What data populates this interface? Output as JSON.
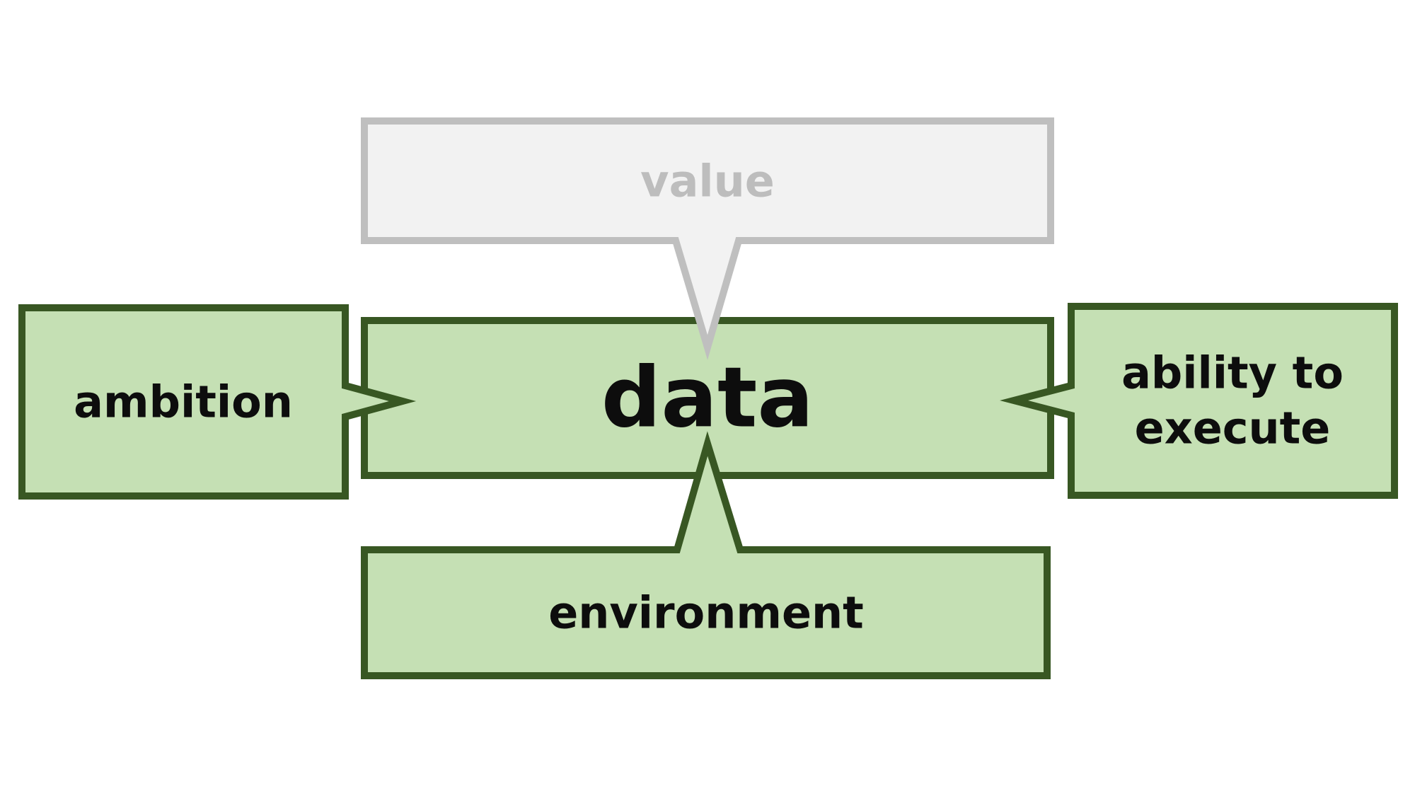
{
  "callouts": {
    "top": {
      "label": "value",
      "fill": "#f2f2f2",
      "border": "#bfbfbf",
      "text_color": "#bdbdbd"
    },
    "center": {
      "label": "data",
      "fill": "#c5e0b4",
      "border": "#385723",
      "text_color": "#0d0d0d"
    },
    "left": {
      "label": "ambition",
      "fill": "#c5e0b4",
      "border": "#385723",
      "text_color": "#0d0d0d"
    },
    "right": {
      "label": "ability to execute",
      "lines": [
        "ability to",
        "execute"
      ],
      "fill": "#c5e0b4",
      "border": "#385723",
      "text_color": "#0d0d0d"
    },
    "bottom": {
      "label": "environment",
      "fill": "#c5e0b4",
      "border": "#385723",
      "text_color": "#0d0d0d"
    }
  }
}
